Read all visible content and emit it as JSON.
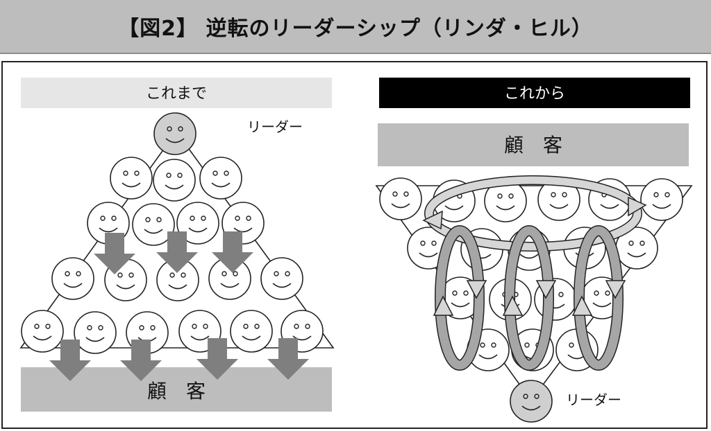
{
  "figure_title": "【図2】 逆転のリーダーシップ（リンダ・ヒル）",
  "left_panel": {
    "header": "これまで",
    "leader_label": "リーダー",
    "customer_label": "顧　客"
  },
  "right_panel": {
    "header": "これから",
    "leader_label": "リーダー",
    "customer_label": "顧　客"
  },
  "colors": {
    "title_bg": "#bdbdbd",
    "left_header_bg": "#e6e6e6",
    "right_header_bg": "#000000",
    "customer_bg": "#bdbdbd",
    "arrow_dark": "#7f7f7f",
    "arrow_light": "#c8c8c8",
    "leader_face": "#cfcfcf"
  },
  "icons": {
    "face": "smiley-face-icon",
    "arrow": "down-arrow-icon",
    "loop": "circular-arrow-icon"
  }
}
